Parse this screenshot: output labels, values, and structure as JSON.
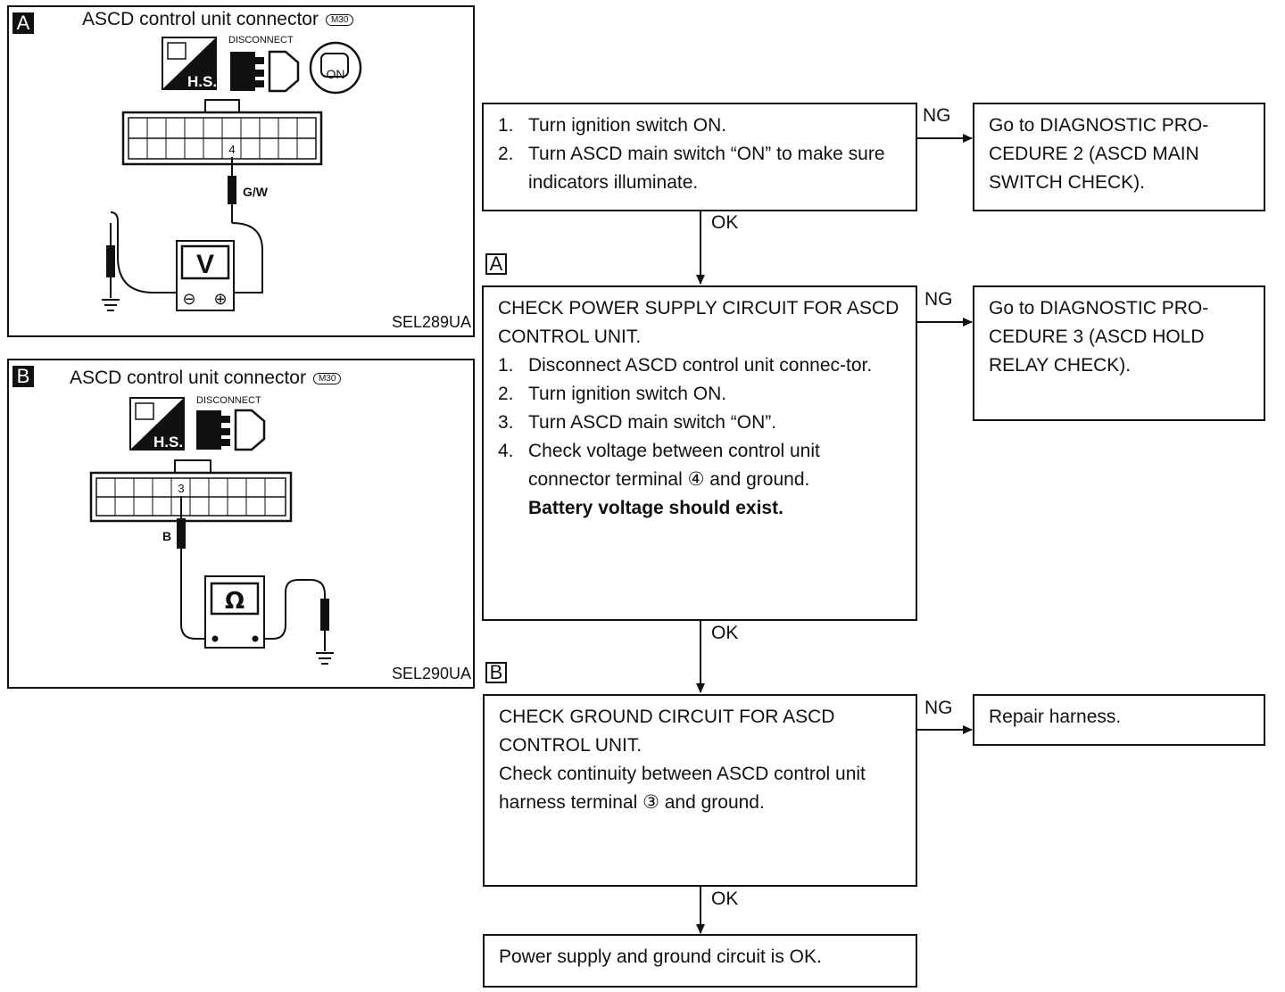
{
  "panel_a": {
    "tag": "A",
    "title": "ASCD control unit connector",
    "connector_badge": "M30",
    "disconnect_label": "DISCONNECT",
    "hs_label": "H.S.",
    "ignition_label": "ON",
    "terminal": "4",
    "wire": "G/W",
    "meter": "V",
    "minus": "⊖",
    "plus": "⊕",
    "code": "SEL289UA"
  },
  "panel_b": {
    "tag": "B",
    "title": "ASCD control unit connector",
    "connector_badge": "M30",
    "disconnect_label": "DISCONNECT",
    "hs_label": "H.S.",
    "terminal": "3",
    "wire": "B",
    "meter": "Ω",
    "code": "SEL290UA"
  },
  "flow": {
    "box1": {
      "steps": [
        {
          "n": "1.",
          "t": "Turn ignition switch ON."
        },
        {
          "n": "2.",
          "t": "Turn ASCD main switch “ON” to make sure indicators illuminate."
        }
      ]
    },
    "box1_ng": "Go to DIAGNOSTIC PRO-CEDURE 2 (ASCD MAIN SWITCH CHECK).",
    "tag_a": "A",
    "box2": {
      "heading": "CHECK POWER SUPPLY CIRCUIT FOR ASCD CONTROL UNIT.",
      "steps": [
        {
          "n": "1.",
          "t": "Disconnect ASCD control unit connec-tor."
        },
        {
          "n": "2.",
          "t": "Turn ignition switch ON."
        },
        {
          "n": "3.",
          "t": "Turn ASCD main switch “ON”."
        },
        {
          "n": "4.",
          "t": "Check voltage between control unit connector terminal ④ and ground."
        }
      ],
      "emphasis": "Battery voltage should exist."
    },
    "box2_ng": "Go to DIAGNOSTIC PRO-CEDURE 3 (ASCD HOLD RELAY CHECK).",
    "tag_b": "B",
    "box3": {
      "heading": "CHECK GROUND CIRCUIT FOR ASCD CONTROL UNIT.",
      "body": "Check continuity between ASCD control unit harness terminal ③ and ground."
    },
    "box3_ng": "Repair harness.",
    "box4": "Power supply and ground circuit is OK.",
    "ok_label": "OK",
    "ng_label": "NG"
  }
}
